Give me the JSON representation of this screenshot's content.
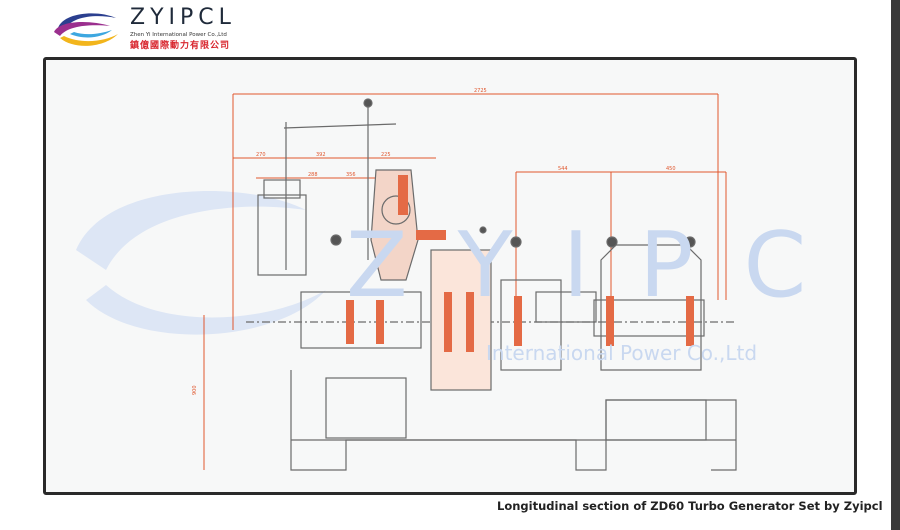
{
  "logo": {
    "brand": "ZYIPCL",
    "subtitle": "Zhen Yi International Power Co.,Ltd",
    "chinese_name": "鎮億國際動力有限公司"
  },
  "drawing": {
    "watermark_text": "ZYIPCL",
    "watermark_sub": "International Power Co.,Ltd",
    "dimensions": {
      "overall": "2725",
      "d1": "270",
      "d2": "392",
      "d3": "225",
      "d4": "288",
      "d5": "356",
      "d6": "544",
      "d7": "450",
      "height": "900"
    },
    "colors": {
      "dimension": "#e0572e",
      "section": "#e46a45",
      "outline": "#6b6b6b",
      "watermark": "#c9d8f0"
    }
  },
  "caption": "Longitudinal section of ZD60 Turbo Generator Set  by Zyipcl"
}
